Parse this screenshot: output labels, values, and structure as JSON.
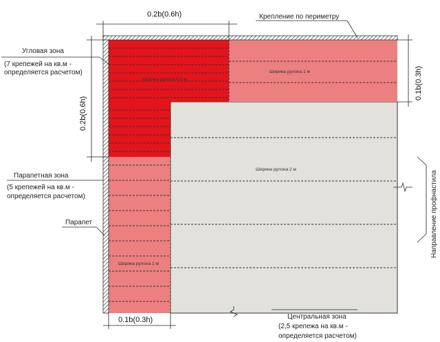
{
  "dimensions": {
    "top": "0.2b(0.6h)",
    "left": "0.2b(0.6h)",
    "right": "0.1b(0.3h)",
    "bottom": "0.1b(0.3h)"
  },
  "labels": {
    "perimeter_fastening": "Крепление по периметру",
    "corner_zone": "Угловая зона",
    "corner_zone_note_1": "(7 крепежей на кв.м -",
    "corner_zone_note_2": "определяется расчетом)",
    "parapet_zone": "Парапетная зона",
    "parapet_zone_note_1": "(5 крепежей на кв.м -",
    "parapet_zone_note_2": "определяется расчетом)",
    "parapet": "Парапет",
    "central_zone": "Центральная зона",
    "central_zone_note_1": "(2,5 крепежа на кв.м -",
    "central_zone_note_2": "определяется расчетом)",
    "deck_direction": "Направление профнастила"
  },
  "roll_widths": {
    "corner": "Ширина рулона 0,5 м",
    "top_edge": "Ширина рулона 1 м",
    "central": "Ширина рулона 2 м",
    "left_edge": "Ширина рулона 1 м"
  },
  "colors": {
    "corner": "#e3141c",
    "edge": "#ec7f80",
    "central": "#e2e1dc"
  }
}
